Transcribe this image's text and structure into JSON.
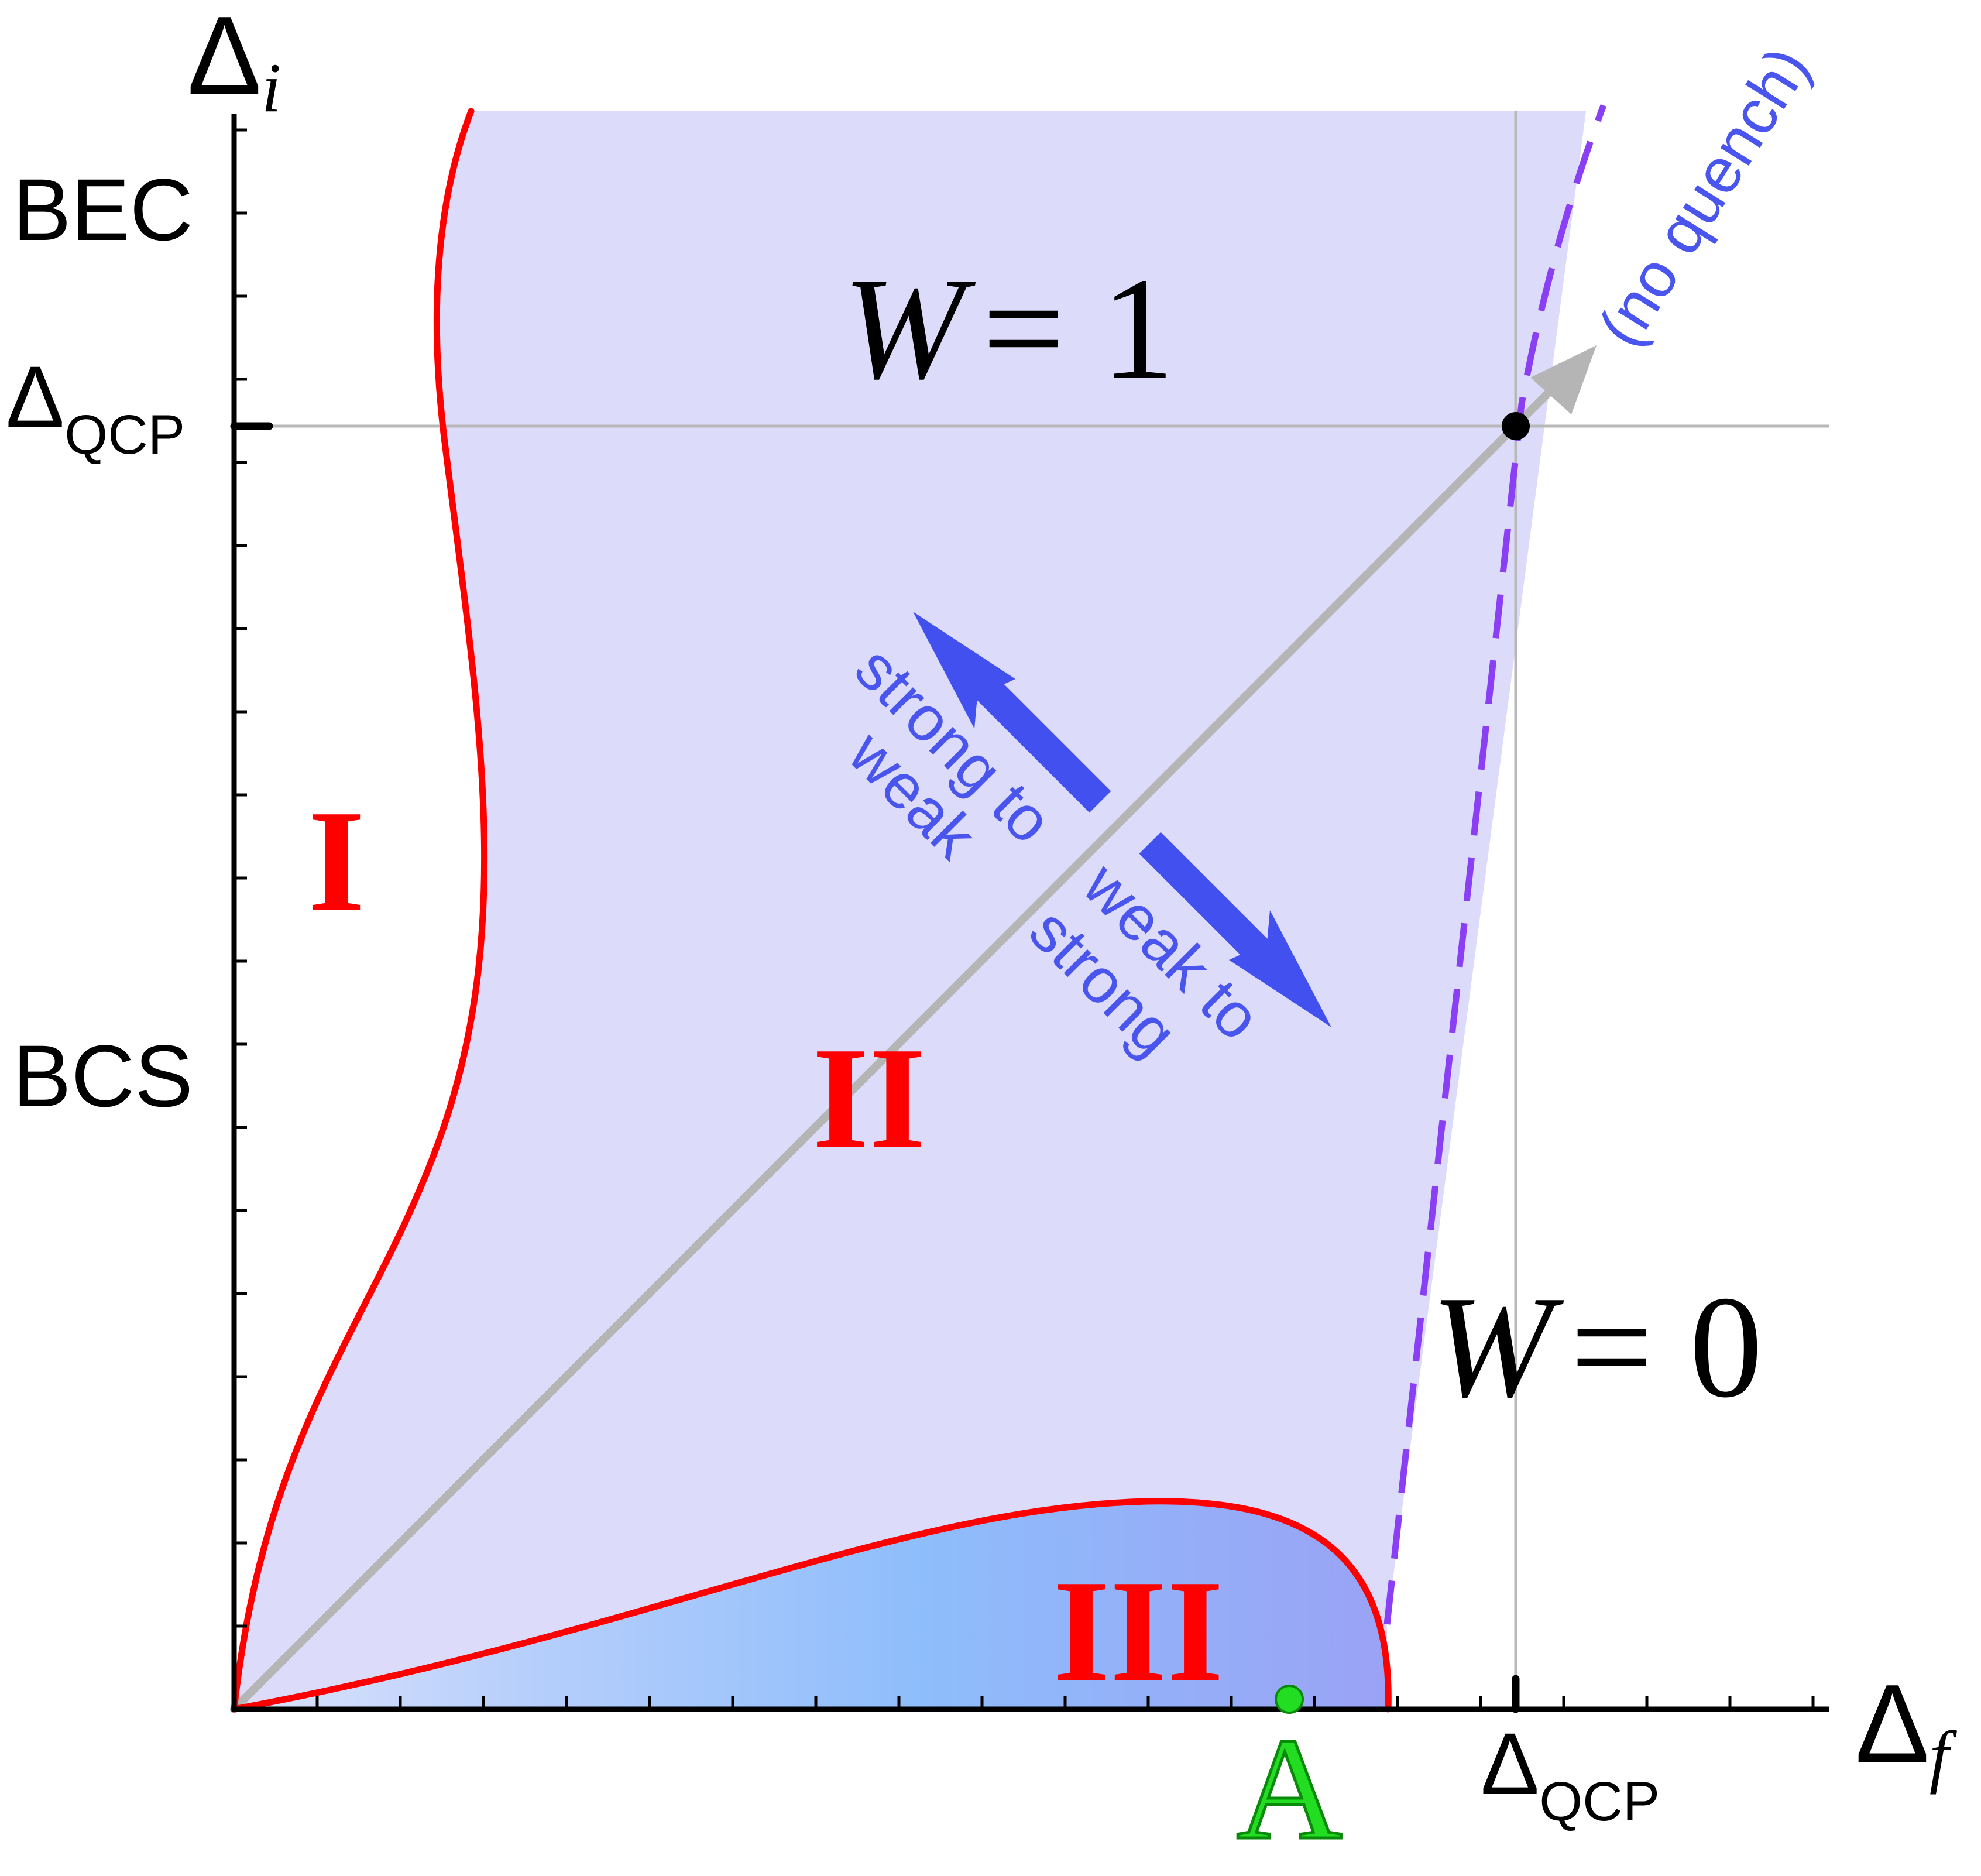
{
  "axes": {
    "y_symbol": "Δ",
    "y_subscript": "i",
    "x_symbol": "Δ",
    "x_subscript": "f",
    "y_tick_bec": "BEC",
    "y_tick_bcs": "BCS",
    "qcp_symbol": "Δ",
    "qcp_subscript": "QCP"
  },
  "regions": {
    "region_1": "I",
    "region_2": "II",
    "region_3": "III",
    "winding_top_var": "W",
    "winding_top_eq": "= 1",
    "winding_right_var": "W",
    "winding_right_eq": "= 0"
  },
  "annotations": {
    "no_quench": "(no quench)",
    "strong_to_weak_line1": "strong to",
    "strong_to_weak_line2": "weak",
    "weak_to_strong_line1": "weak to",
    "weak_to_strong_line2": "strong",
    "point_a": "A"
  },
  "colors": {
    "region_fill": "#dcdcfa",
    "region_iii_fill_light": "#cfd9fb",
    "region_iii_fill_mid": "#8ebdfb",
    "region_iii_fill_right": "#9aa2f5",
    "boundary_red": "#ff0000",
    "dashed_purple": "#8a3ff5",
    "arrow_blue": "#4250f0",
    "annotation_blue": "#4a55ee",
    "diagonal_gray": "#b3b3b3",
    "point_a_green": "#22dd22"
  }
}
